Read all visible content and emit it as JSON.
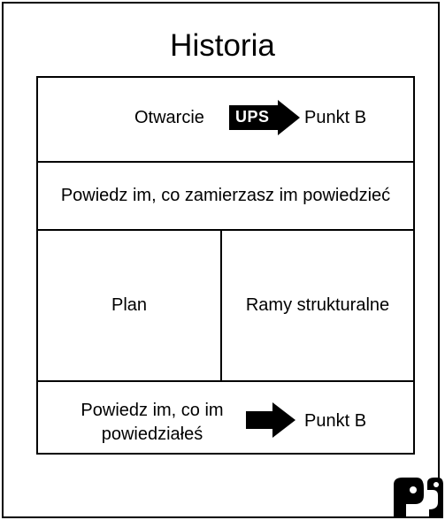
{
  "title": "Historia",
  "rows": {
    "opening": {
      "label": "Otwarcie",
      "arrow_text": "UPS",
      "target": "Punkt B"
    },
    "tell_intent": {
      "label": "Powiedz im, co zamierzasz im powiedzieć"
    },
    "plan": {
      "label": "Plan"
    },
    "framework": {
      "label": "Ramy strukturalne"
    },
    "closing": {
      "line1": "Powiedz im, co im",
      "line2": "powiedziałeś",
      "target": "Punkt B"
    }
  },
  "logo": {
    "name": "pp-logo-icon"
  }
}
